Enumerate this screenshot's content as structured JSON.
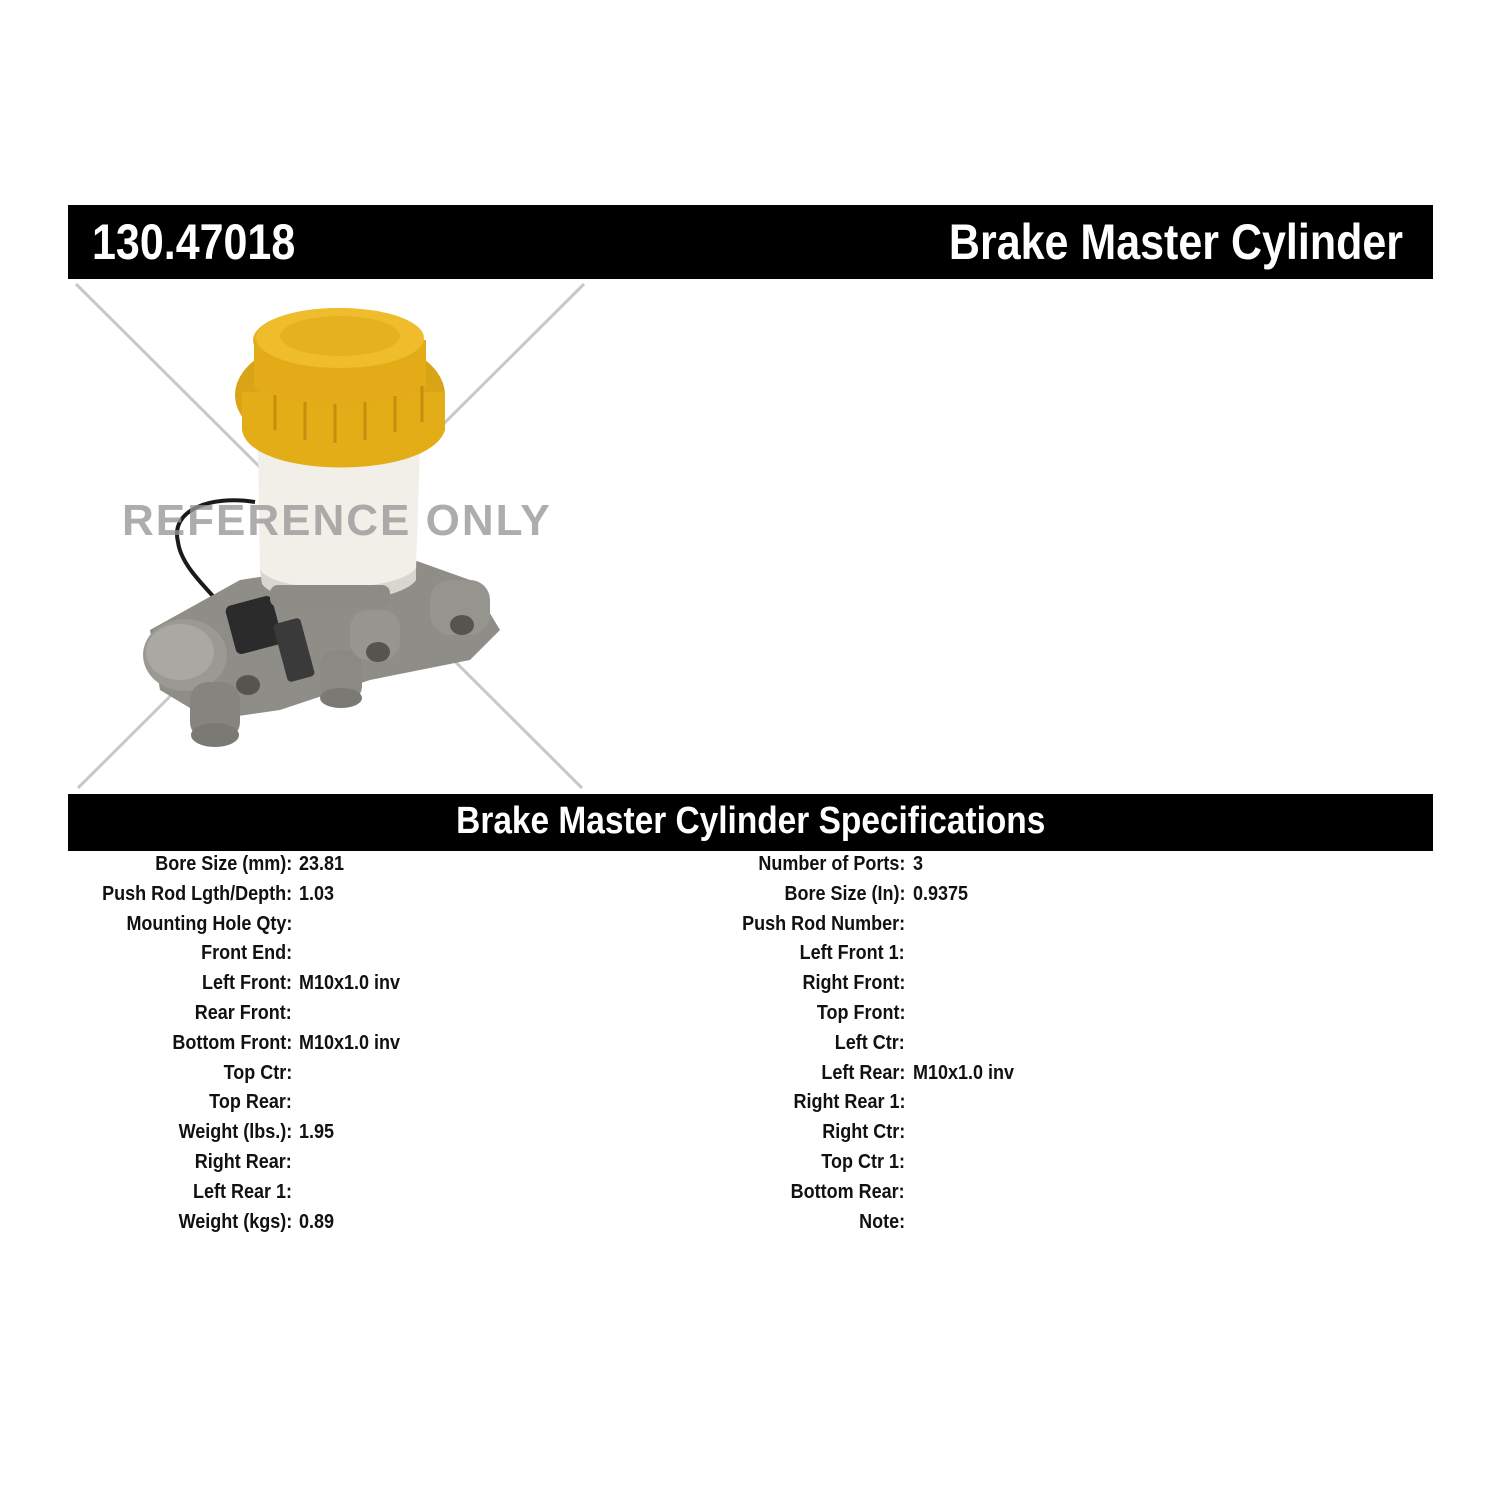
{
  "header": {
    "part_number": "130.47018",
    "part_name": "Brake Master Cylinder"
  },
  "image": {
    "watermark": "REFERENCE ONLY",
    "subject_icon": "brake-master-cylinder-image",
    "colors": {
      "cap": "#e8b21c",
      "reservoir": "#f1efe8",
      "body": "#8e8d88"
    }
  },
  "specs_section": {
    "title": "Brake Master Cylinder Specifications",
    "left": [
      {
        "label": "Bore Size (mm):",
        "value": "23.81"
      },
      {
        "label": "Push Rod Lgth/Depth:",
        "value": "1.03"
      },
      {
        "label": "Mounting Hole Qty:",
        "value": ""
      },
      {
        "label": "Front End:",
        "value": ""
      },
      {
        "label": "Left Front:",
        "value": "M10x1.0 inv"
      },
      {
        "label": "Rear Front:",
        "value": ""
      },
      {
        "label": "Bottom Front:",
        "value": "M10x1.0 inv"
      },
      {
        "label": "Top Ctr:",
        "value": ""
      },
      {
        "label": "Top Rear:",
        "value": ""
      },
      {
        "label": "Weight (lbs.):",
        "value": "1.95"
      },
      {
        "label": "Right Rear:",
        "value": ""
      },
      {
        "label": "Left Rear 1:",
        "value": ""
      },
      {
        "label": "Weight (kgs):",
        "value": "0.89"
      }
    ],
    "right": [
      {
        "label": "Number of Ports:",
        "value": "3"
      },
      {
        "label": "Bore Size (In):",
        "value": "0.9375"
      },
      {
        "label": "Push Rod Number:",
        "value": ""
      },
      {
        "label": "Left Front 1:",
        "value": ""
      },
      {
        "label": "Right Front:",
        "value": ""
      },
      {
        "label": "Top Front:",
        "value": ""
      },
      {
        "label": "Left Ctr:",
        "value": ""
      },
      {
        "label": "Left Rear:",
        "value": "M10x1.0 inv"
      },
      {
        "label": "Right Rear 1:",
        "value": ""
      },
      {
        "label": "Right Ctr:",
        "value": ""
      },
      {
        "label": "Top Ctr 1:",
        "value": ""
      },
      {
        "label": "Bottom Rear:",
        "value": ""
      },
      {
        "label": "Note:",
        "value": ""
      }
    ]
  }
}
